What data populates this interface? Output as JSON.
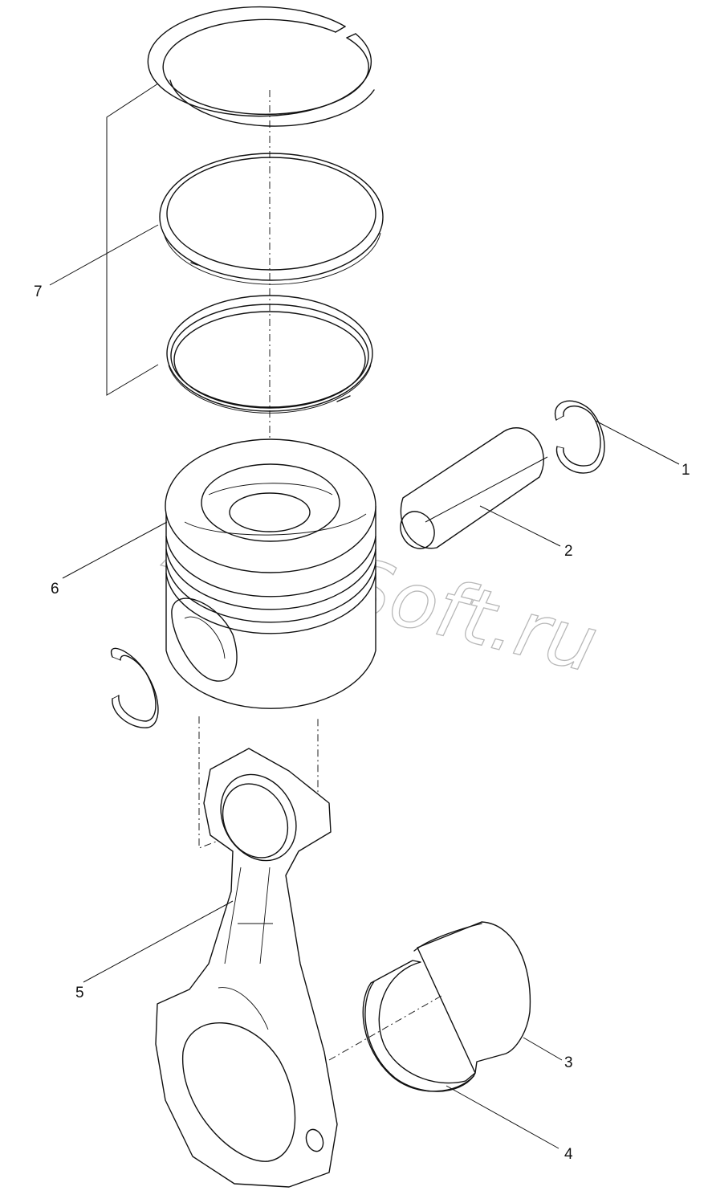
{
  "watermark": "AutoSoft.ru",
  "callouts": [
    {
      "id": "1",
      "label": "1"
    },
    {
      "id": "2",
      "label": "2"
    },
    {
      "id": "3",
      "label": "3"
    },
    {
      "id": "4",
      "label": "4"
    },
    {
      "id": "5",
      "label": "5"
    },
    {
      "id": "6",
      "label": "6"
    },
    {
      "id": "7",
      "label": "7"
    }
  ]
}
